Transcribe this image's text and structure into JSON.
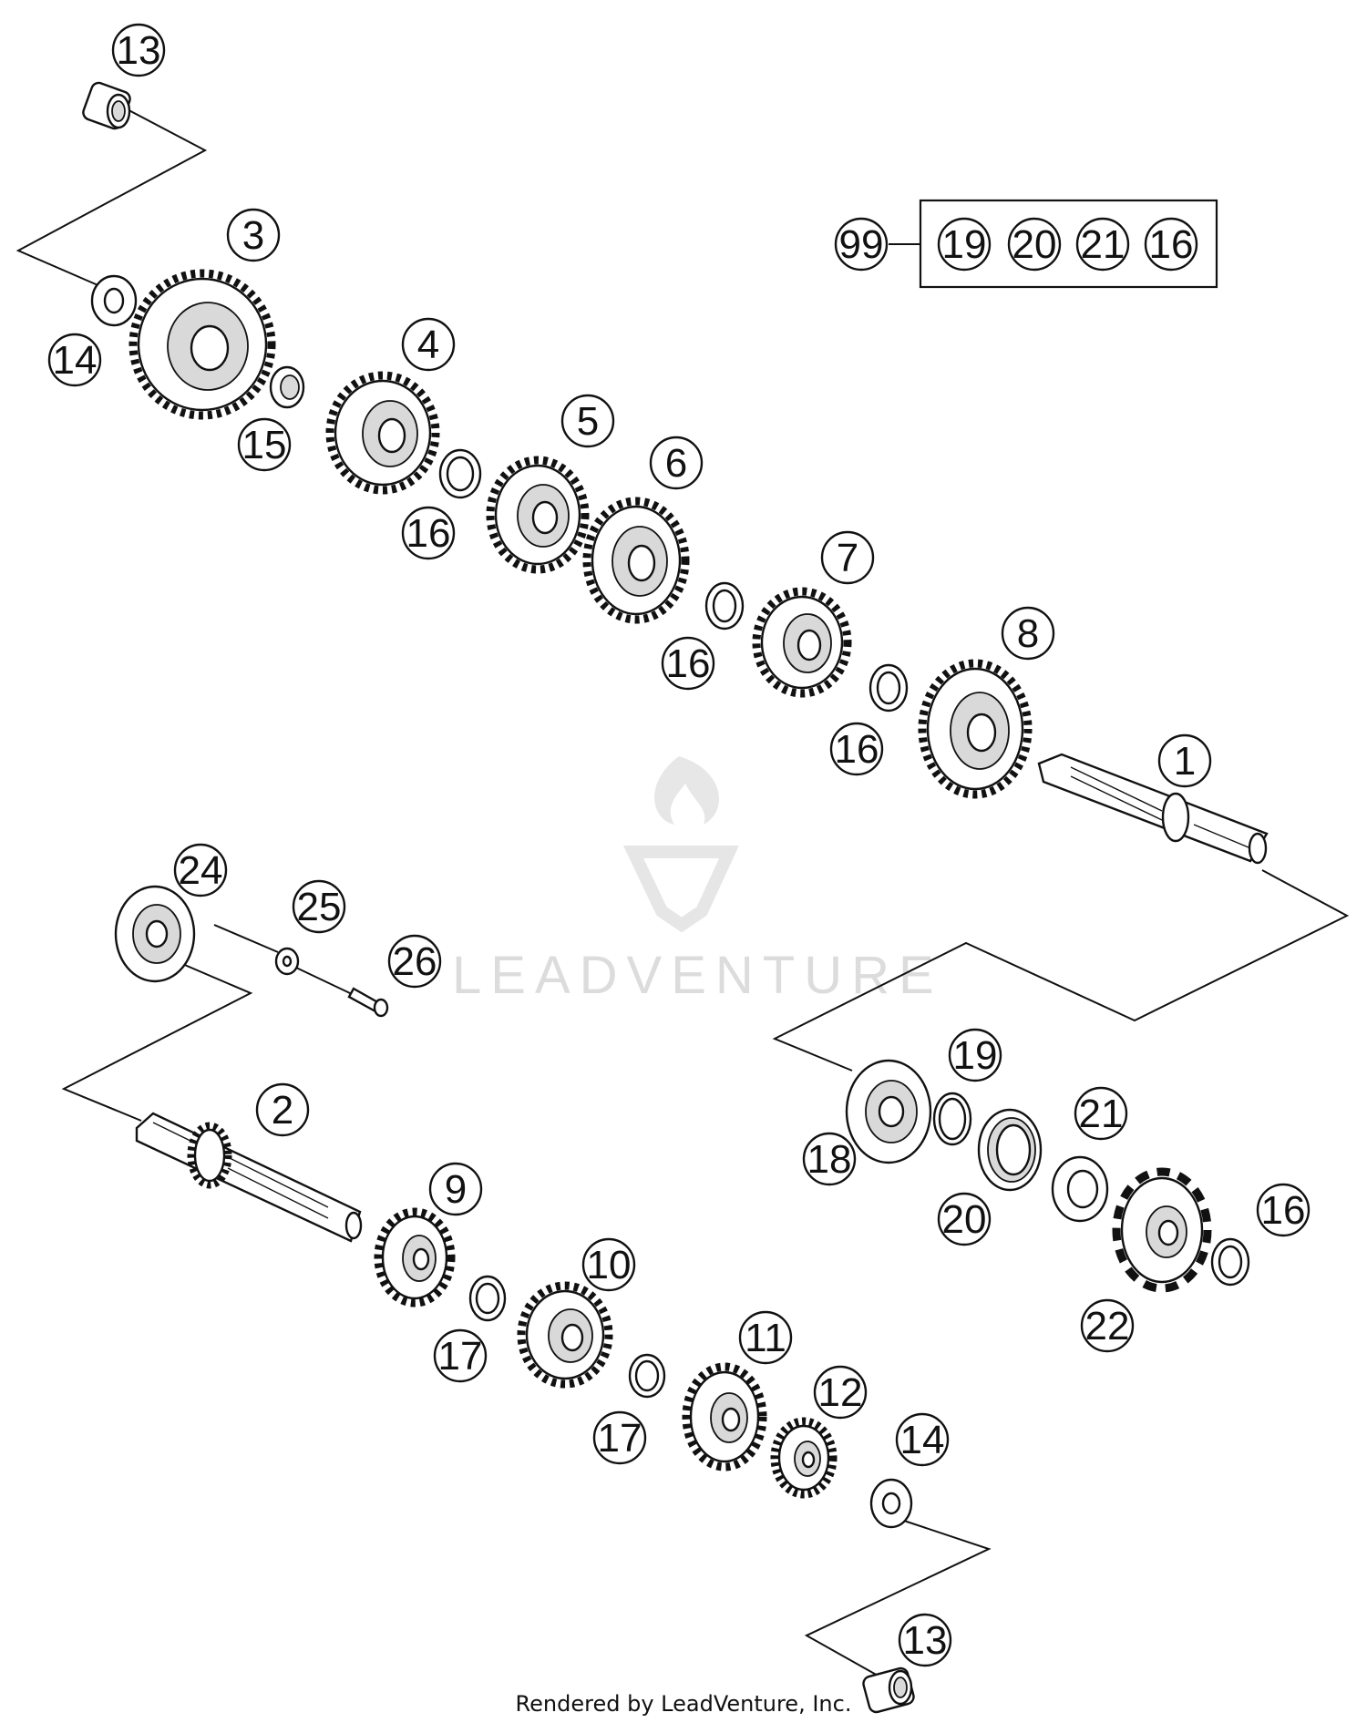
{
  "callouts": [
    {
      "id": "c13a",
      "text": "13"
    },
    {
      "id": "c3",
      "text": "3"
    },
    {
      "id": "c14a",
      "text": "14"
    },
    {
      "id": "c15",
      "text": "15"
    },
    {
      "id": "c4",
      "text": "4"
    },
    {
      "id": "c16a",
      "text": "16"
    },
    {
      "id": "c5",
      "text": "5"
    },
    {
      "id": "c6",
      "text": "6"
    },
    {
      "id": "c16b",
      "text": "16"
    },
    {
      "id": "c7",
      "text": "7"
    },
    {
      "id": "c8",
      "text": "8"
    },
    {
      "id": "c16c",
      "text": "16"
    },
    {
      "id": "c1",
      "text": "1"
    },
    {
      "id": "c99",
      "text": "99"
    },
    {
      "id": "c19k",
      "text": "19"
    },
    {
      "id": "c20k",
      "text": "20"
    },
    {
      "id": "c21k",
      "text": "21"
    },
    {
      "id": "c16k",
      "text": "16"
    },
    {
      "id": "c24",
      "text": "24"
    },
    {
      "id": "c25",
      "text": "25"
    },
    {
      "id": "c26",
      "text": "26"
    },
    {
      "id": "c2",
      "text": "2"
    },
    {
      "id": "c9",
      "text": "9"
    },
    {
      "id": "c17a",
      "text": "17"
    },
    {
      "id": "c10",
      "text": "10"
    },
    {
      "id": "c17b",
      "text": "17"
    },
    {
      "id": "c11",
      "text": "11"
    },
    {
      "id": "c12",
      "text": "12"
    },
    {
      "id": "c14b",
      "text": "14"
    },
    {
      "id": "c13b",
      "text": "13"
    },
    {
      "id": "c19",
      "text": "19"
    },
    {
      "id": "c18",
      "text": "18"
    },
    {
      "id": "c20",
      "text": "20"
    },
    {
      "id": "c21",
      "text": "21"
    },
    {
      "id": "c16d",
      "text": "16"
    },
    {
      "id": "c22",
      "text": "22"
    }
  ],
  "watermark": "LEADVENTURE",
  "credit": "Rendered by LeadVenture, Inc."
}
